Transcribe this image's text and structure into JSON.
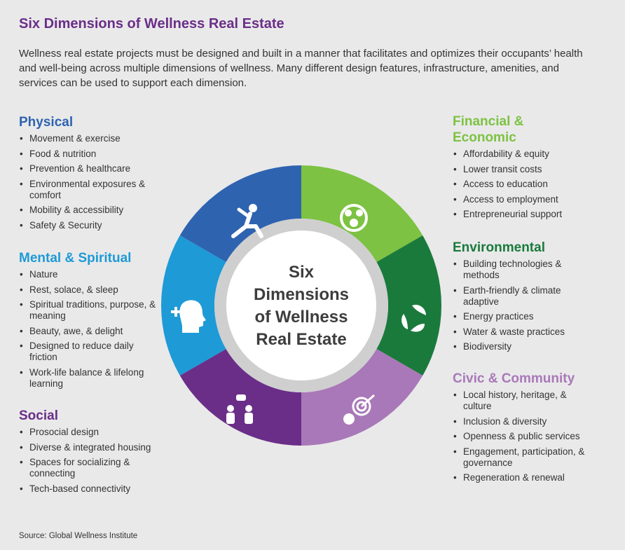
{
  "title": "Six Dimensions of Wellness Real Estate",
  "intro": "Wellness real estate projects must be designed and built in a manner that facilitates and optimizes their occupants’ health and well-being across multiple dimensions of wellness. Many different design features, infrastructure, amenities, and services can be used to support each dimension.",
  "center": {
    "lines": [
      "Six",
      "Dimensions",
      "of Wellness",
      "Real Estate"
    ]
  },
  "dimensions": {
    "physical": {
      "title": "Physical",
      "color": "#2e63b0",
      "icon": "exercise-person-icon",
      "items": [
        "Movement & exercise",
        "Food & nutrition",
        "Prevention & healthcare",
        "Environmental exposures & comfort",
        "Mobility & accessibility",
        "Safety & Security"
      ]
    },
    "mental": {
      "title": "Mental & Spiritual",
      "color": "#1e9ad6",
      "icon": "head-health-icon",
      "items": [
        "Nature",
        "Rest, solace, & sleep",
        "Spiritual traditions, purpose, & meaning",
        "Beauty, awe, & delight",
        "Designed to reduce daily friction",
        "Work-life balance & lifelong learning"
      ]
    },
    "social": {
      "title": "Social",
      "color": "#6a2e88",
      "icon": "people-conversation-icon",
      "items": [
        "Prosocial design",
        "Diverse & integrated housing",
        "Spaces for socializing & connecting",
        "Tech-based connectivity"
      ]
    },
    "financial": {
      "title": "Financial & Economic",
      "title_lines": [
        "Financial &",
        "Economic"
      ],
      "color": "#7dc242",
      "icon": "money-target-icon",
      "items": [
        "Affordability & equity",
        "Lower transit costs",
        "Access to education",
        "Access to employment",
        "Entrepreneurial support"
      ]
    },
    "environmental": {
      "title": "Environmental",
      "color": "#1a7a3c",
      "icon": "recycle-leaves-icon",
      "items": [
        "Building technologies & methods",
        "Earth-friendly & climate adaptive",
        "Energy practices",
        "Water & waste practices",
        "Biodiversity"
      ]
    },
    "civic": {
      "title": "Civic & Community",
      "color": "#a978b8",
      "icon": "community-cycle-icon",
      "items": [
        "Local history, heritage, & culture",
        "Inclusion & diversity",
        "Openness & public services",
        "Engagement, participation, & governance",
        "Regeneration & renewal"
      ]
    }
  },
  "wheel_colors": {
    "physical": "#2e63b0",
    "mental": "#1e9ad6",
    "social": "#6a2e88",
    "civic": "#a978b8",
    "environmental": "#1a7a3c",
    "financial": "#7dc242"
  },
  "source": "Source: Global Wellness Institute"
}
